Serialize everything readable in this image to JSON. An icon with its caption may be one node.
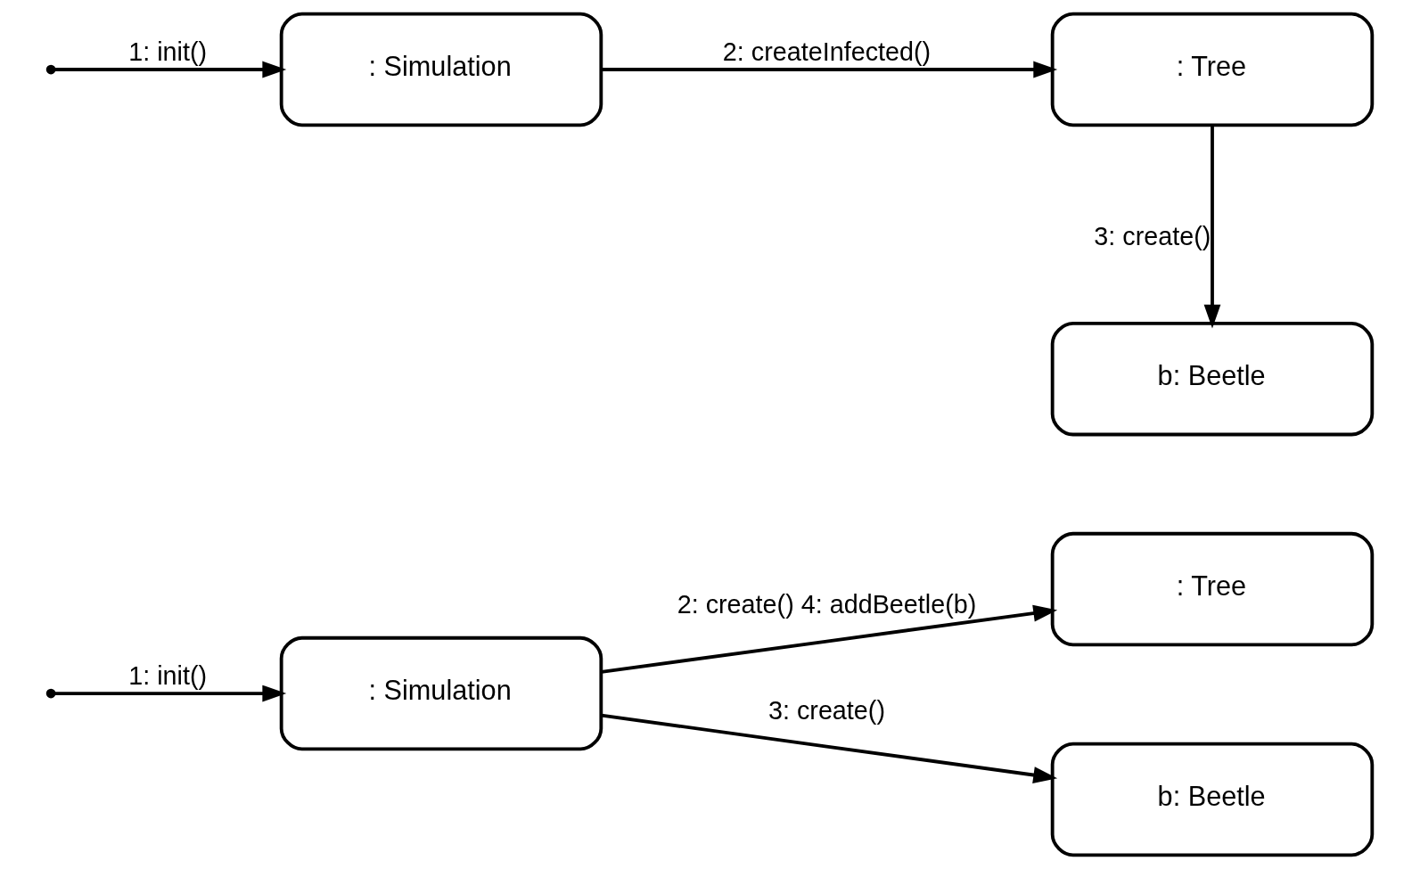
{
  "diagram": {
    "nodes": [
      {
        "text": [
          ": Simulation"
        ]
      },
      {
        "text": [
          ": Tree"
        ]
      },
      {
        "text": [
          "b: Beetle"
        ]
      },
      {
        "text": [
          ": Simulation"
        ]
      },
      {
        "text": [
          ": Tree"
        ]
      },
      {
        "text": [
          "b: Beetle"
        ]
      }
    ],
    "edges": [
      {
        "from": null,
        "to": 0,
        "arrow": "to",
        "label": "1: init()"
      },
      {
        "from": 0,
        "to": 1,
        "arrow": "to",
        "label": "2: create() 4: addBeetle(b)"
      },
      {
        "from": 0,
        "to": 2,
        "arrow": "to",
        "label": "3: create()"
      },
      {
        "from": null,
        "to": 3,
        "arrow": "to",
        "label": "1: init()"
      },
      {
        "from": 3,
        "to": 4,
        "arrow": "to",
        "label": "2: createInfected()"
      },
      {
        "from": 4,
        "to": 5,
        "arrow": "to",
        "label": "3: create()"
      }
    ]
  }
}
